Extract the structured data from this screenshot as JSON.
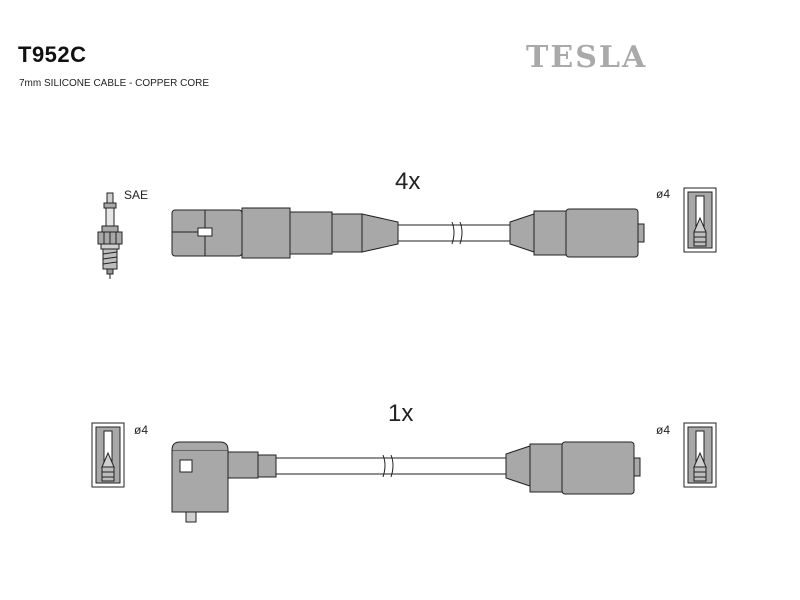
{
  "header": {
    "part_code": "T952C",
    "description": "7mm SILICONE CABLE - COPPER CORE",
    "brand": "TESLA"
  },
  "labels": {
    "plug_type": "SAE",
    "qty_top": "4x",
    "qty_bottom": "1x",
    "terminal_top_right": "ø4",
    "terminal_bottom_left": "ø4",
    "terminal_bottom_right": "ø4"
  },
  "colors": {
    "part_fill": "#a8a8a8",
    "outline": "#222222",
    "brand": "#a9a9a9"
  }
}
